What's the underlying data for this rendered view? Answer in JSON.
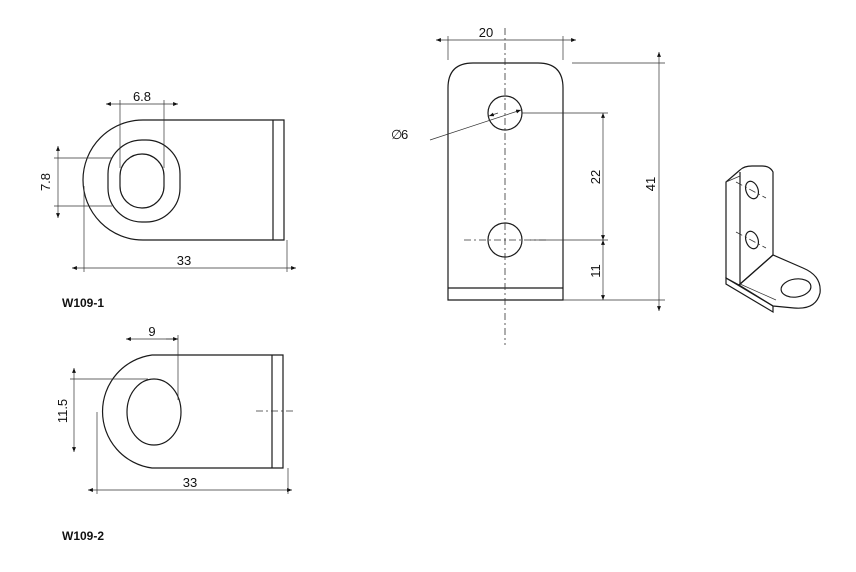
{
  "views": {
    "w109_1": {
      "label": "W109-1",
      "dim_width": "6.8",
      "dim_height": "7.8",
      "dim_length": "33"
    },
    "w109_2": {
      "label": "W109-2",
      "dim_width": "9",
      "dim_height": "11.5",
      "dim_length": "33"
    },
    "front": {
      "dim_width": "20",
      "dim_hole": "6",
      "dim_hole_symbol": "∅",
      "dim_spacing": "22",
      "dim_bottom": "11",
      "dim_total": "41"
    }
  },
  "colors": {
    "line": "#1a1a1a",
    "background": "#ffffff"
  }
}
